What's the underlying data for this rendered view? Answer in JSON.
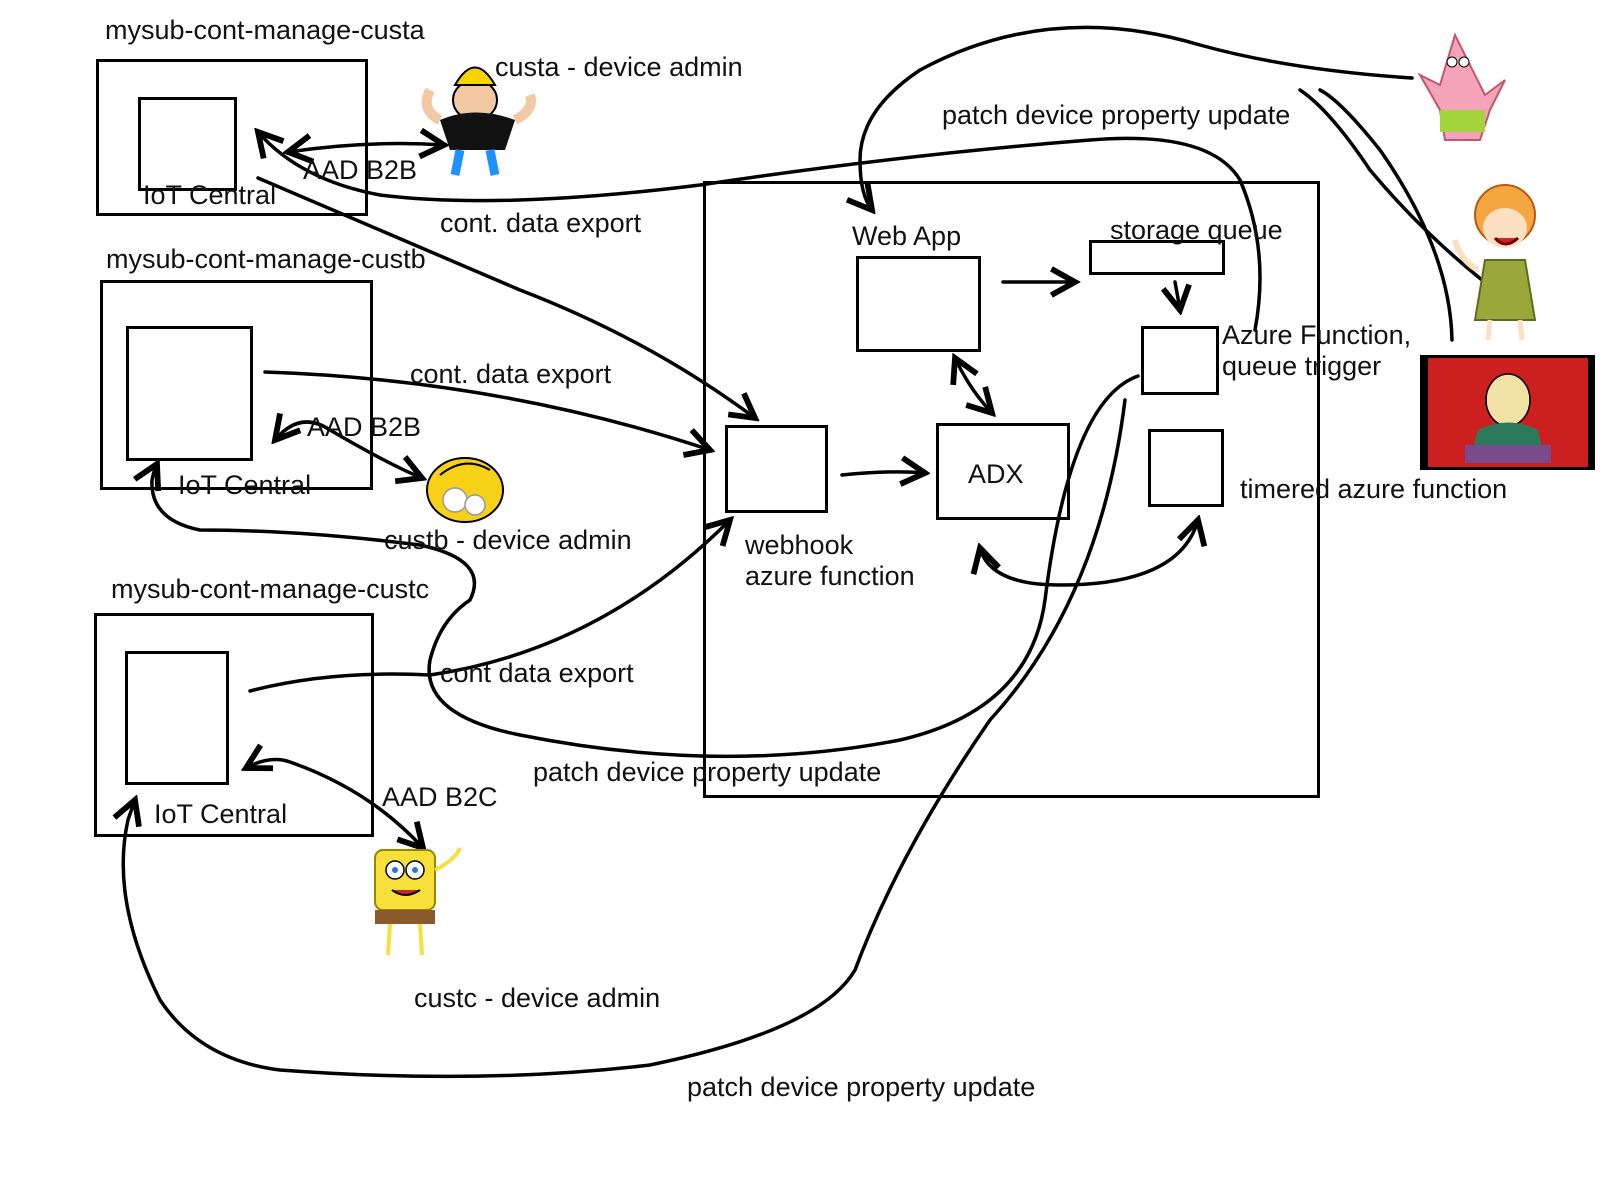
{
  "customers": [
    {
      "subscription": "mysub-cont-manage-custa",
      "app": "IoT Central",
      "auth": "AAD B2B",
      "export": "cont. data export",
      "admin": "custa - device admin",
      "admin_icon": "muscleman-cartoon-icon"
    },
    {
      "subscription": "mysub-cont-manage-custb",
      "app": "IoT Central",
      "auth": "AAD B2B",
      "export": "cont. data export",
      "admin": "custb - device admin",
      "admin_icon": "homer-cartoon-icon"
    },
    {
      "subscription": "mysub-cont-manage-custc",
      "app": "IoT Central",
      "auth": "AAD B2C",
      "export": "cont data export",
      "admin": "custc - device admin",
      "admin_icon": "spongebob-cartoon-icon"
    }
  ],
  "backend": {
    "web_app": "Web App",
    "storage_queue": "storage queue",
    "queue_function": "Azure Function,\nqueue trigger",
    "adx": "ADX",
    "webhook": "webhook\nazure function",
    "timer_function": "timered azure function"
  },
  "operators": [
    {
      "icon": "patrick-cartoon-icon"
    },
    {
      "icon": "girl-cartoon-icon"
    },
    {
      "icon": "mr-burns-cartoon-icon"
    }
  ],
  "patch_labels": [
    "patch device property update",
    "patch device property update",
    "patch device property update"
  ],
  "colors": {
    "stroke": "#000000",
    "text": "#111111",
    "burns_bg": "#cc1f1f",
    "burns_frame": "#000000"
  }
}
